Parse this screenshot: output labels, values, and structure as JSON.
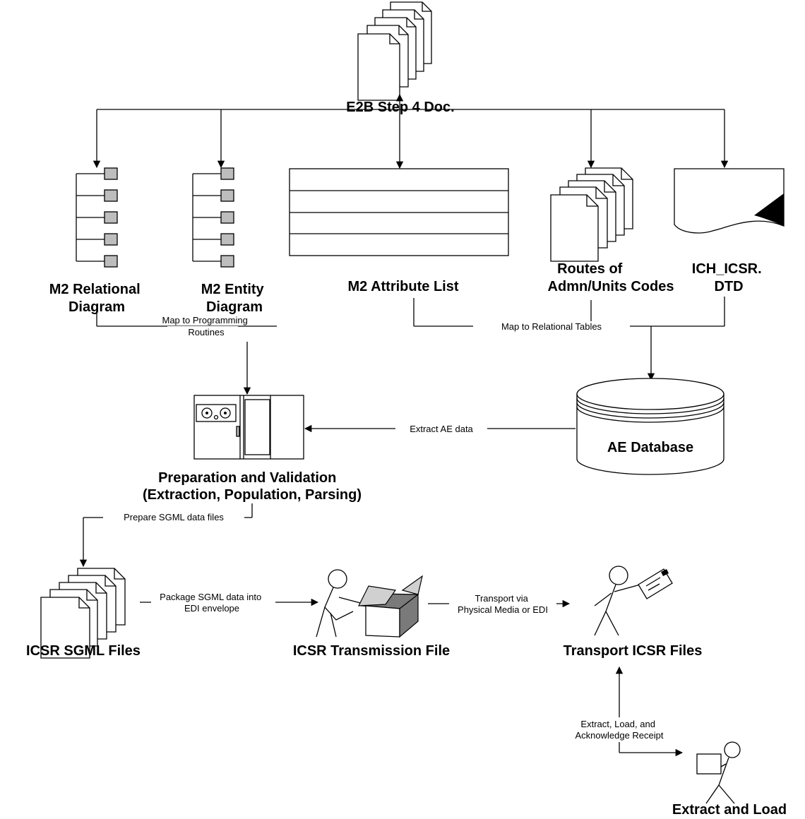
{
  "nodes": {
    "e2b_doc": "E2B Step 4 Doc.",
    "m2_relational": [
      "M2 Relational",
      "Diagram"
    ],
    "m2_entity": [
      "M2 Entity",
      "Diagram"
    ],
    "m2_attribute": "M2 Attribute List",
    "routes_codes": [
      "Routes of",
      "Admn/Units Codes"
    ],
    "ich_dtd": [
      "ICH_ICSR.",
      "DTD"
    ],
    "ae_database": "AE Database",
    "prep_validation": [
      "Preparation and Validation",
      "(Extraction, Population, Parsing)"
    ],
    "icsr_sgml": "ICSR SGML Files",
    "icsr_transmission": "ICSR Transmission File",
    "transport_icsr": "Transport ICSR Files",
    "extract_load": "Extract and Load"
  },
  "edges": {
    "map_programming": [
      "Map to Programming",
      "Routines"
    ],
    "map_relational": "Map to Relational Tables",
    "extract_ae": "Extract AE data",
    "prepare_sgml": "Prepare SGML data files",
    "package_sgml": [
      "Package SGML data into",
      "EDI envelope"
    ],
    "transport_via": [
      "Transport via",
      "Physical Media or EDI"
    ],
    "extract_load_ack": [
      "Extract, Load, and",
      "Acknowledge Receipt"
    ]
  }
}
